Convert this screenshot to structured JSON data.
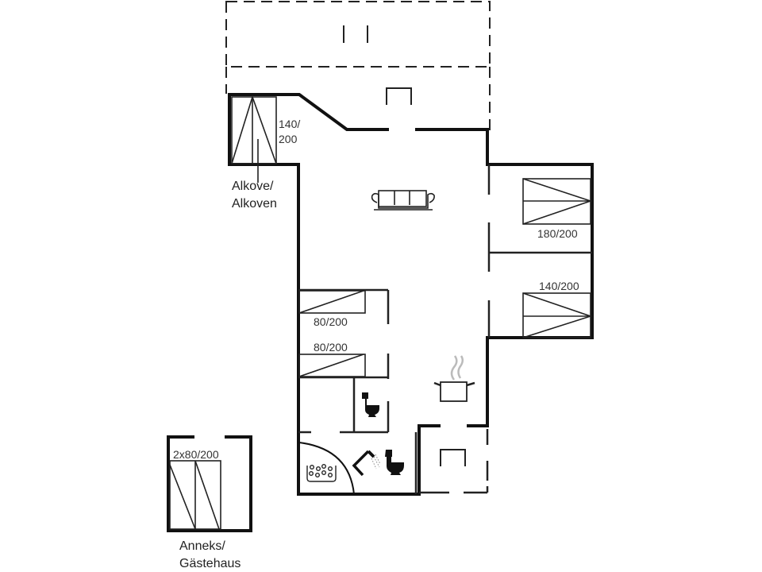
{
  "colors": {
    "wall": "#111111",
    "line": "#222222",
    "steam": "#bbbbbb",
    "background": "#ffffff"
  },
  "labels": {
    "alcove_bed": {
      "line1": "140/",
      "line2": "200"
    },
    "alcove_room": {
      "line1": "Alkove/",
      "line2": "Alkoven"
    },
    "bedroom_1_bed": "180/200",
    "bedroom_2_bed": "140/200",
    "bedroom_3_bed": "80/200",
    "bedroom_4_bed": "80/200",
    "annex_bed": "2x80/200",
    "annex_room": {
      "line1": "Anneks/",
      "line2": "Gästehaus"
    }
  },
  "icons": [
    "sofa-icon",
    "cooking-pot-icon",
    "toilet-icon",
    "shower-icon",
    "whirlpool-icon"
  ]
}
